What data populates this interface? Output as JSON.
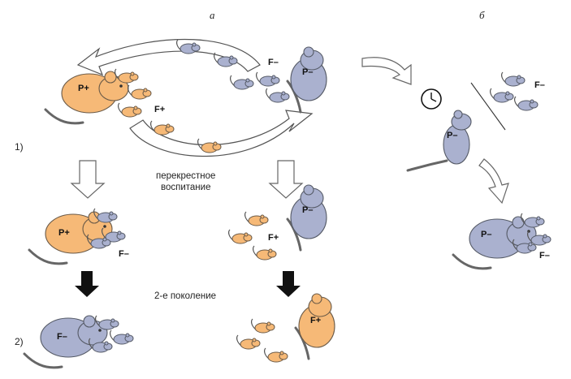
{
  "panel_a_label": "а",
  "panel_b_label": "б",
  "row1_label": "1)",
  "row2_label": "2)",
  "cross_fostering": [
    "перекрестное",
    "воспитание"
  ],
  "second_generation": "2-е поколение",
  "mother_top_left": "P+",
  "mother_top_right": "P–",
  "pups_top_left": "F+",
  "pups_top_right": "F–",
  "mother_mid_left": "P+",
  "pups_mid_left": "F–",
  "mother_mid_right": "P–",
  "pups_mid_right": "F+",
  "mother_bot_left": "F–",
  "mother_bot_right": "F+",
  "mother_b_top": "P–",
  "pups_b_top": "F–",
  "mother_b_bot": "P–",
  "pups_b_bot": "F–",
  "colors": {
    "orange": "#f6b977",
    "blue": "#aab1cf",
    "outline": "#555a66",
    "arrow_black": "#111111"
  }
}
